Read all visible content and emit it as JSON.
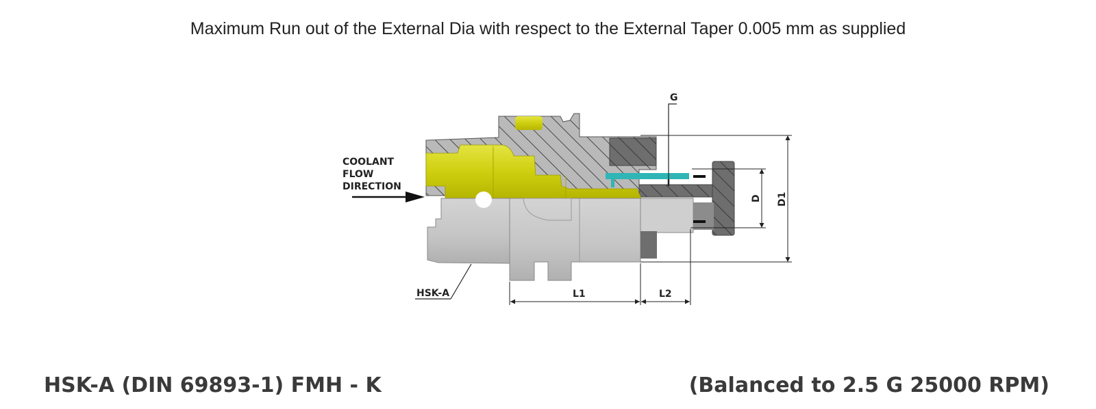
{
  "headline": "Maximum Run out of the External Dia with respect to the External Taper 0.005 mm as supplied",
  "diagram": {
    "coolant_label_line1": "COOLANT",
    "coolant_label_line2": "FLOW",
    "coolant_label_line3": "DIRECTION",
    "shank_label": "HSK-A",
    "dim_G": "G",
    "dim_D": "D",
    "dim_D1": "D1",
    "dim_L1": "L1",
    "dim_L2": "L2",
    "colors": {
      "hatch_body": "#b9b9b9",
      "hatch_dark": "#6e6e6e",
      "coolant_tube": "#d4d41e",
      "coolant_channel": "#2fb5b5",
      "shank": "#c8c8c8",
      "line": "#222222"
    }
  },
  "footer": {
    "title": "HSK-A (DIN 69893-1) FMH - K",
    "balance": "(Balanced to 2.5 G 25000 RPM)"
  }
}
